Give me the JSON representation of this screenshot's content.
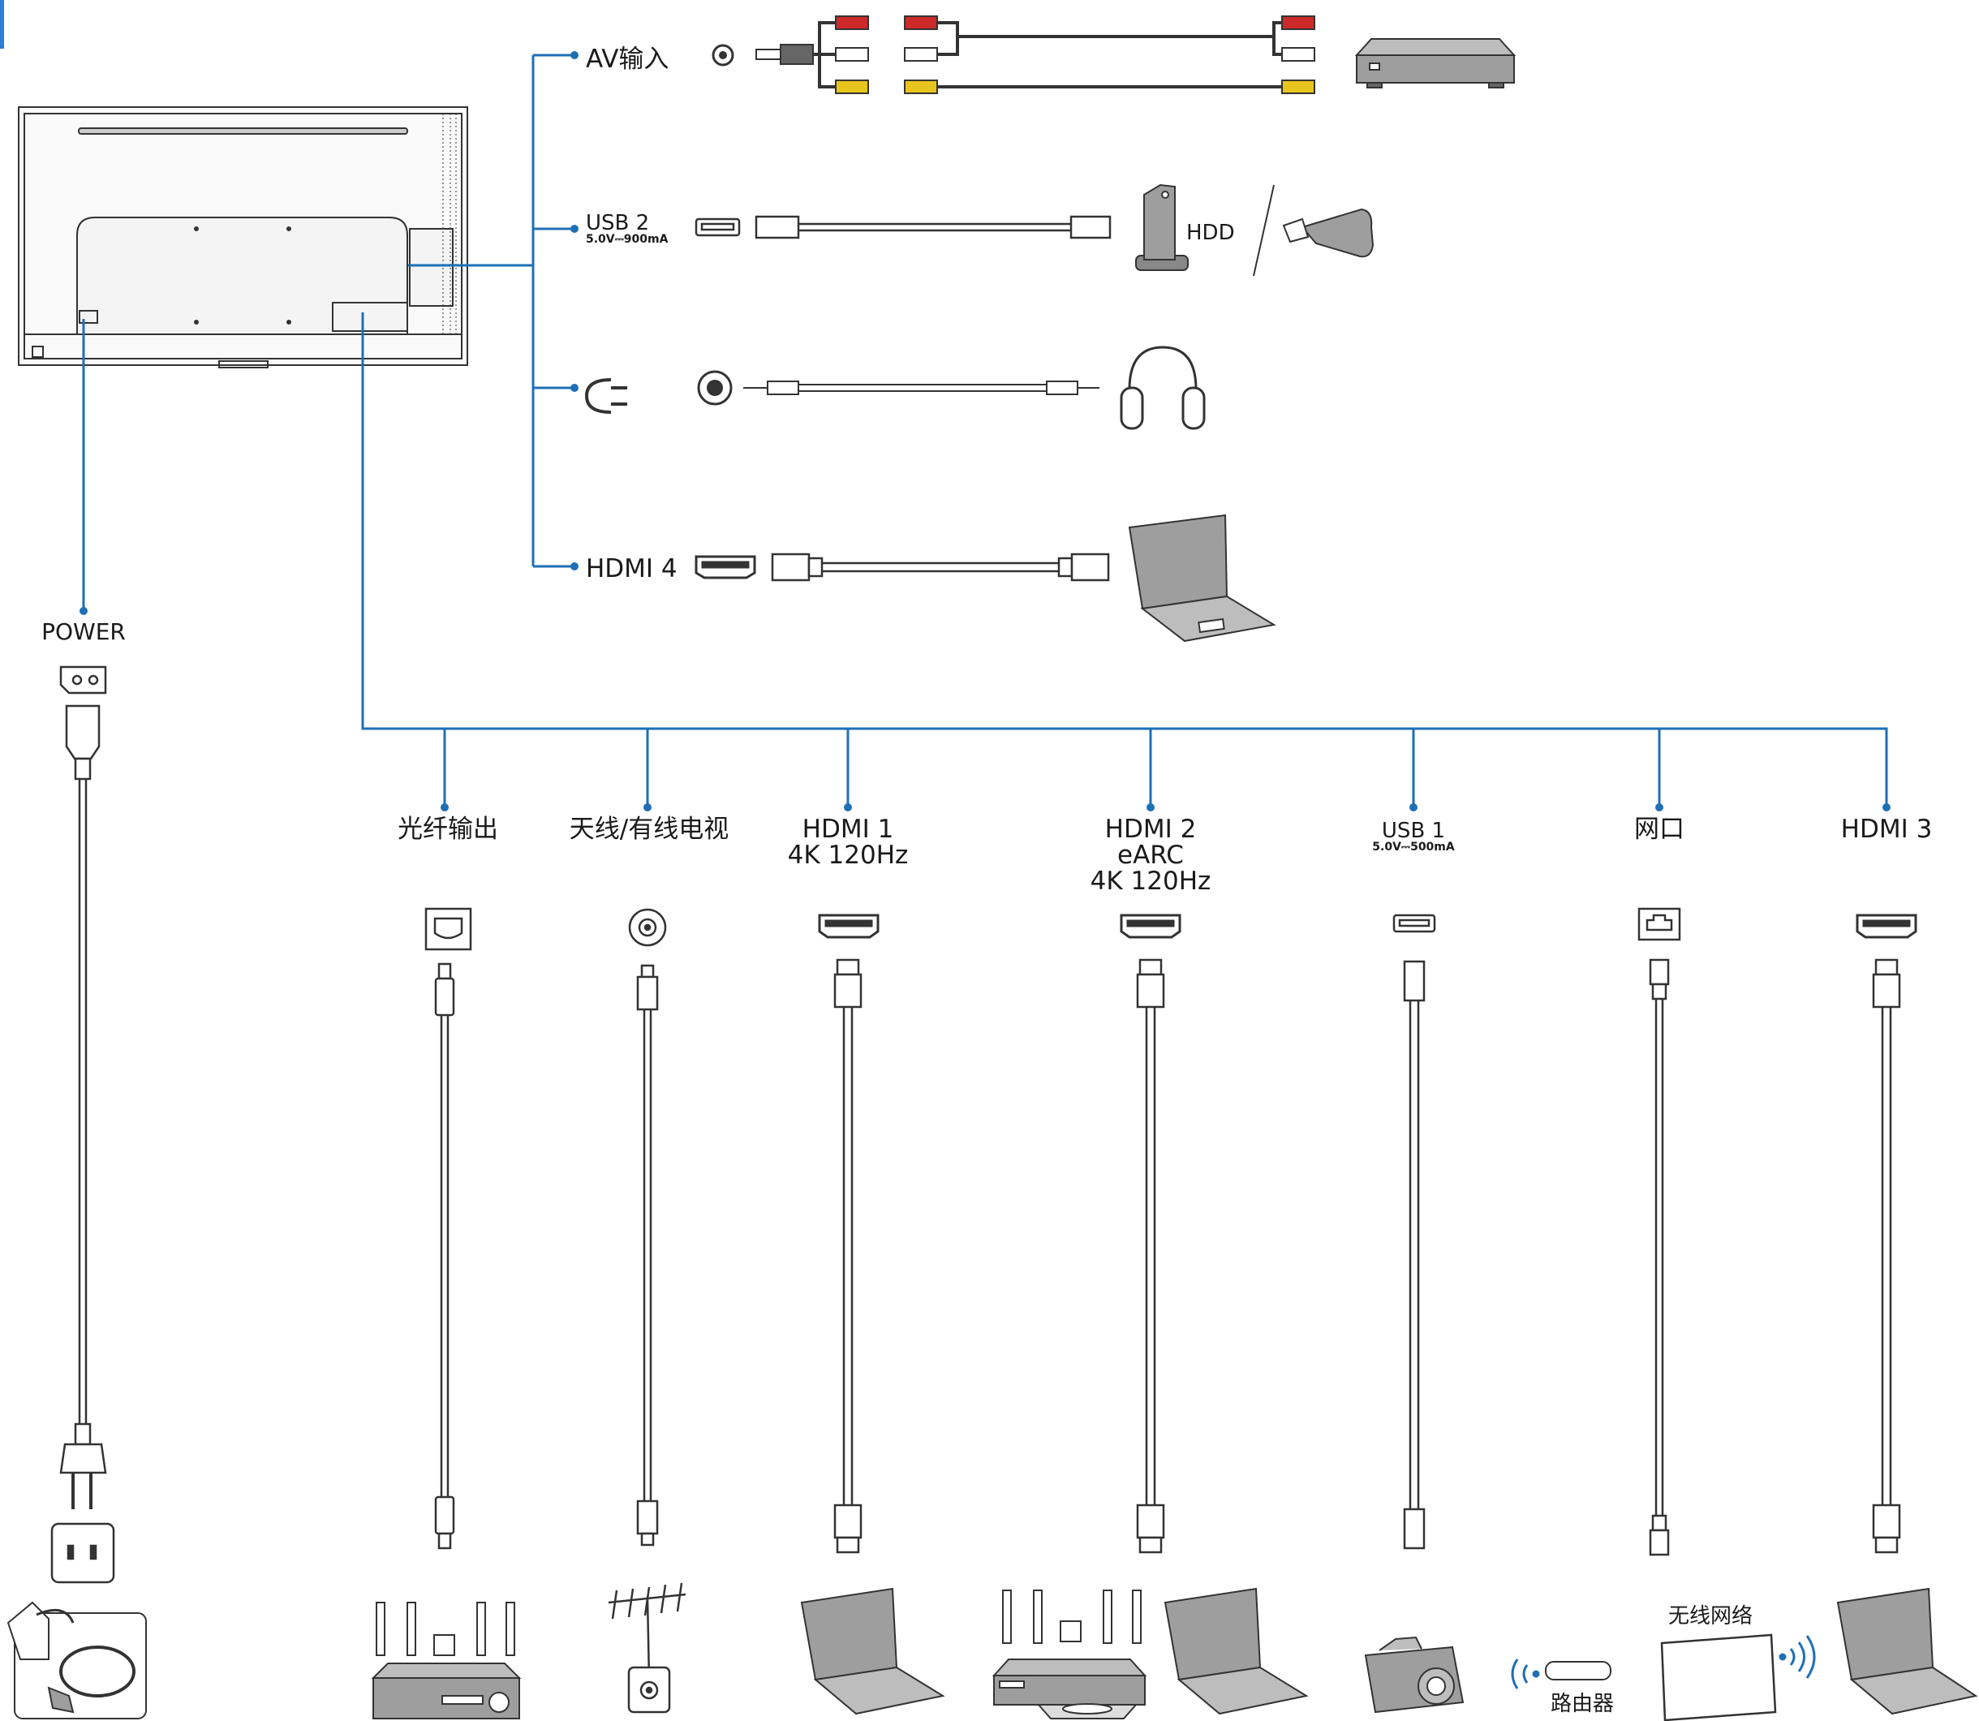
{
  "colors": {
    "connector_line": "#1f6fb5",
    "outline": "#333333",
    "device_fill": "#9e9e9e",
    "rca_red": "#cc2a2a",
    "rca_yellow": "#e8c51c"
  },
  "side_ports": {
    "av_input": "AV输入",
    "usb2": "USB 2",
    "usb2_power": "5.0V⎓900mA",
    "hdd": "HDD",
    "hdmi4": "HDMI 4"
  },
  "power": {
    "label": "POWER"
  },
  "bottom_ports": [
    {
      "id": "optical",
      "lines": [
        "光纤输出"
      ],
      "icon": "optical-port-icon"
    },
    {
      "id": "antenna",
      "lines": [
        "天线/有线电视"
      ],
      "icon": "coax-port-icon"
    },
    {
      "id": "hdmi1",
      "lines": [
        "HDMI 1",
        "4K 120Hz"
      ],
      "icon": "hdmi-port-icon"
    },
    {
      "id": "hdmi2",
      "lines": [
        "HDMI 2",
        "eARC",
        "4K 120Hz"
      ],
      "icon": "hdmi-port-icon"
    },
    {
      "id": "usb1",
      "lines": [
        "USB 1"
      ],
      "sub": "5.0V⎓500mA",
      "icon": "usb-port-icon"
    },
    {
      "id": "lan",
      "lines": [
        "网口"
      ],
      "icon": "ethernet-port-icon"
    },
    {
      "id": "hdmi3",
      "lines": [
        "HDMI 3"
      ],
      "icon": "hdmi-port-icon"
    }
  ],
  "bottom_devices": {
    "router": "路由器",
    "wireless": "无线网络"
  }
}
